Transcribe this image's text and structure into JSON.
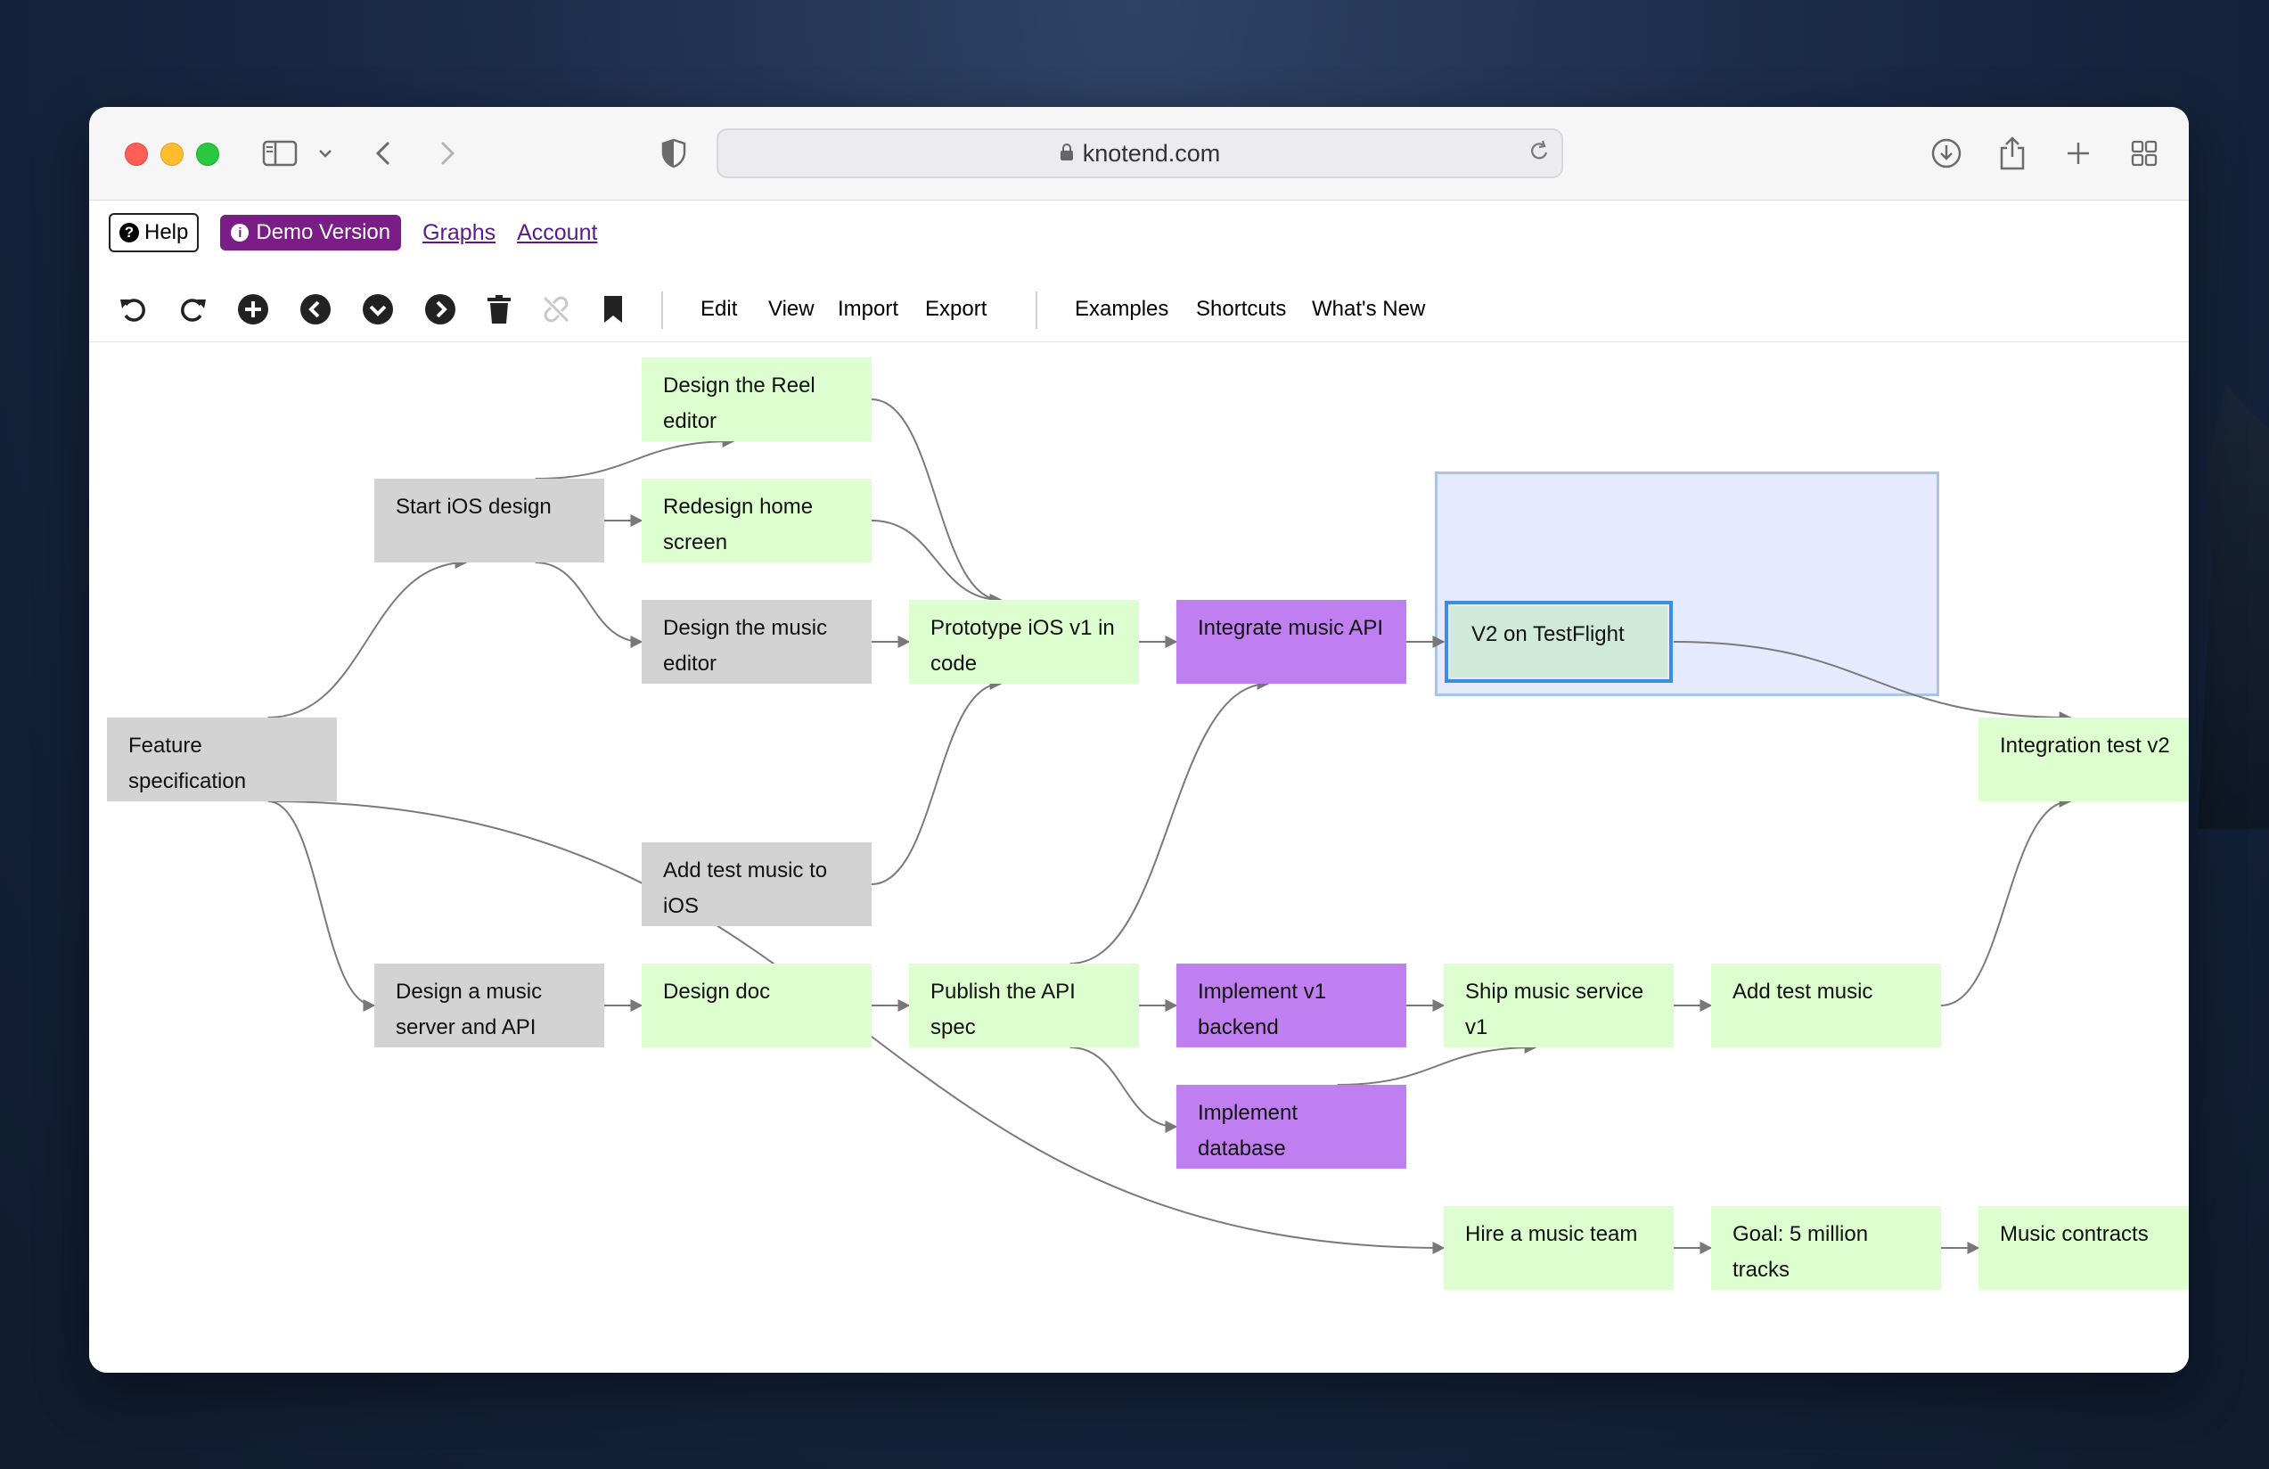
{
  "browser": {
    "url": "knotend.com"
  },
  "topbar": {
    "help_label": "Help",
    "demo_label": "Demo Version",
    "graphs_link": "Graphs",
    "account_link": "Account"
  },
  "toolbar": {
    "icons": [
      "undo-icon",
      "redo-icon",
      "add-icon",
      "left-icon",
      "down-icon",
      "right-icon",
      "trash-icon",
      "unlink-icon",
      "bookmark-icon"
    ],
    "menus": [
      "Edit",
      "View",
      "Import",
      "Export"
    ],
    "menus2": [
      "Examples",
      "Shortcuts",
      "What's New"
    ]
  },
  "colors": {
    "gray_node": "#d3d3d3",
    "green_node": "#ddffd0",
    "purple_node": "#bf7ff0",
    "accent": "#3b8de0"
  },
  "nodes": [
    {
      "id": "feature",
      "label": "Feature specification",
      "color": "gray"
    },
    {
      "id": "ios_design",
      "label": "Start iOS design",
      "color": "gray"
    },
    {
      "id": "reel",
      "label": "Design the Reel editor",
      "color": "green"
    },
    {
      "id": "home",
      "label": "Redesign home screen",
      "color": "green"
    },
    {
      "id": "music_editor",
      "label": "Design the music editor",
      "color": "gray"
    },
    {
      "id": "test_music_ios",
      "label": "Add test music to iOS",
      "color": "gray"
    },
    {
      "id": "prototype",
      "label": "Prototype iOS v1 in code",
      "color": "green"
    },
    {
      "id": "integrate",
      "label": "Integrate music API",
      "color": "purple"
    },
    {
      "id": "v2",
      "label": "V2 on TestFlight",
      "color": "selected"
    },
    {
      "id": "integration",
      "label": "Integration test v2",
      "color": "green"
    },
    {
      "id": "server",
      "label": "Design a music server and API",
      "color": "gray"
    },
    {
      "id": "doc",
      "label": "Design doc",
      "color": "green"
    },
    {
      "id": "publish",
      "label": "Publish the API spec",
      "color": "green"
    },
    {
      "id": "backend",
      "label": "Implement v1 backend",
      "color": "purple"
    },
    {
      "id": "ship",
      "label": "Ship music service v1",
      "color": "green"
    },
    {
      "id": "add_test",
      "label": "Add test music",
      "color": "green"
    },
    {
      "id": "database",
      "label": "Implement database",
      "color": "purple"
    },
    {
      "id": "hire",
      "label": "Hire a music team",
      "color": "green"
    },
    {
      "id": "goal",
      "label": "Goal: 5 million tracks",
      "color": "green"
    },
    {
      "id": "contracts",
      "label": "Music contracts",
      "color": "green"
    }
  ],
  "edges": [
    [
      "feature",
      "ios_design"
    ],
    [
      "feature",
      "server"
    ],
    [
      "feature",
      "hire"
    ],
    [
      "ios_design",
      "reel"
    ],
    [
      "ios_design",
      "home"
    ],
    [
      "ios_design",
      "music_editor"
    ],
    [
      "reel",
      "prototype"
    ],
    [
      "home",
      "prototype"
    ],
    [
      "music_editor",
      "prototype"
    ],
    [
      "test_music_ios",
      "prototype"
    ],
    [
      "prototype",
      "integrate"
    ],
    [
      "integrate",
      "v2"
    ],
    [
      "v2",
      "integration"
    ],
    [
      "server",
      "doc"
    ],
    [
      "doc",
      "publish"
    ],
    [
      "publish",
      "integrate"
    ],
    [
      "publish",
      "backend"
    ],
    [
      "publish",
      "database"
    ],
    [
      "backend",
      "ship"
    ],
    [
      "database",
      "ship"
    ],
    [
      "ship",
      "add_test"
    ],
    [
      "add_test",
      "integration"
    ],
    [
      "hire",
      "goal"
    ],
    [
      "goal",
      "contracts"
    ]
  ]
}
